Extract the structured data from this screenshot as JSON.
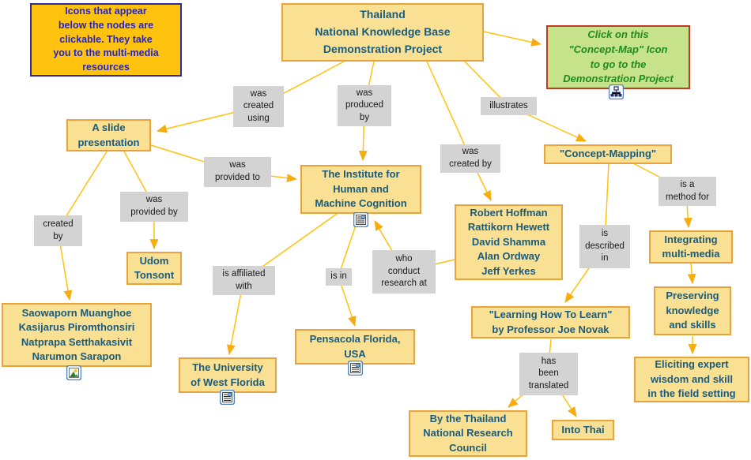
{
  "notes": {
    "icons_note": "Icons that appear\nbelow the nodes are\nclickable. They take\nyou to the multi-media\nresources",
    "click_note": "Click on this\n\"Concept-Map\" Icon\nto go to the\nDemonstration Project"
  },
  "nodes": {
    "main_project": "Thailand\nNational Knowledge Base\nDemonstration Project",
    "slide_presentation": "A slide\npresentation",
    "ihmc": "The Institute for\nHuman and\nMachine Cognition",
    "udom": "Udom\nTonsont",
    "slide_authors": "Saowaporn Muanghoe\nKasijarus Piromthonsiri\nNatprapa Setthakasivit\nNarumon Sarapon",
    "uwf": "The University\nof West Florida",
    "pensacola": "Pensacola Florida,\nUSA",
    "researchers": "Robert Hoffman\nRattikorn Hewett\nDavid Shamma\nAlan Ordway\nJeff Yerkes",
    "concept_mapping": "\"Concept-Mapping\"",
    "learning_book": "\"Learning How To Learn\"\nby Professor Joe Novak",
    "council": "By the Thailand\nNational Research\nCouncil",
    "into_thai": "Into Thai",
    "integrating": "Integrating\nmulti-media",
    "preserving": "Preserving\nknowledge\nand skills",
    "eliciting": "Eliciting expert\nwisdom and skill\nin the field setting"
  },
  "links": {
    "was_created_using": "was\ncreated\nusing",
    "was_produced_by": "was\nproduced\nby",
    "illustrates": "illustrates",
    "was_created_by": "was\ncreated by",
    "was_provided_to": "was\nprovided to",
    "was_provided_by": "was\nprovided by",
    "created_by": "created\nby",
    "is_affiliated_with": "is affiliated\nwith",
    "is_in": "is in",
    "who_conduct_research_at": "who\nconduct\nresearch at",
    "is_described_in": "is\ndescribed\nin",
    "is_a_method_for": "is a\nmethod for",
    "has_been_translated": "has\nbeen\ntranslated"
  },
  "edges": [
    {
      "from": "main_project",
      "label": "was created using",
      "to": "slide_presentation"
    },
    {
      "from": "main_project",
      "label": "was produced by",
      "to": "ihmc"
    },
    {
      "from": "main_project",
      "label": "was created by",
      "to": "researchers"
    },
    {
      "from": "main_project",
      "label": "illustrates",
      "to": "concept_mapping"
    },
    {
      "from": "main_project",
      "label": "",
      "to": "click_note"
    },
    {
      "from": "slide_presentation",
      "label": "created by",
      "to": "slide_authors"
    },
    {
      "from": "slide_presentation",
      "label": "was provided by",
      "to": "udom"
    },
    {
      "from": "slide_presentation",
      "label": "was provided to",
      "to": "ihmc"
    },
    {
      "from": "ihmc",
      "label": "is affiliated with",
      "to": "uwf"
    },
    {
      "from": "ihmc",
      "label": "is in",
      "to": "pensacola"
    },
    {
      "from": "researchers",
      "label": "who conduct research at",
      "to": "ihmc"
    },
    {
      "from": "concept_mapping",
      "label": "is described in",
      "to": "learning_book"
    },
    {
      "from": "concept_mapping",
      "label": "is a method for",
      "to": "integrating"
    },
    {
      "from": "integrating",
      "label": "",
      "to": "preserving"
    },
    {
      "from": "preserving",
      "label": "",
      "to": "eliciting"
    },
    {
      "from": "learning_book",
      "label": "has been translated",
      "to": "council"
    },
    {
      "from": "learning_book",
      "label": "has been translated",
      "to": "into_thai"
    }
  ],
  "icons": [
    {
      "name": "concept-map-icon",
      "attached_to": "click_note"
    },
    {
      "name": "webpage-icon",
      "attached_to": "ihmc"
    },
    {
      "name": "image-icon",
      "attached_to": "slide_authors"
    },
    {
      "name": "webpage-icon",
      "attached_to": "uwf"
    },
    {
      "name": "webpage-icon",
      "attached_to": "pensacola"
    }
  ],
  "colors": {
    "node_fill": "#F9E093",
    "node_border": "#E9A33D",
    "node_text": "#1A5B7D",
    "link_label_bg": "#D3D3D3",
    "line": "#FFC20E",
    "arrow": "#F7AC0F",
    "note_fill": "#FFC20E",
    "note_border": "#2C2C9E",
    "note_text": "#2323C8",
    "green_note_fill": "#C6E28B",
    "green_note_border": "#C03A25",
    "green_note_text": "#1F8C1F",
    "background": "#FFFFFF"
  }
}
